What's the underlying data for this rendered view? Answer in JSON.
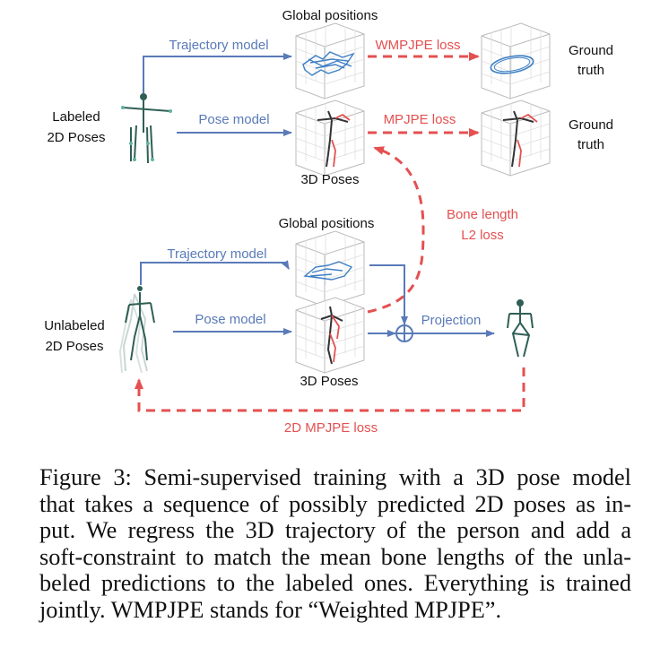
{
  "colors": {
    "blue": "#5a7ab8",
    "red": "#e45050",
    "skeleton": "#2f5f55",
    "traj": "#3d7fc4"
  },
  "labels": {
    "labeled_line1": "Labeled",
    "labeled_line2": "2D Poses",
    "unlabeled_line1": "Unlabeled",
    "unlabeled_line2": "2D Poses",
    "global_positions_top": "Global positions",
    "global_positions_bottom": "Global positions",
    "traj_model_top": "Trajectory model",
    "traj_model_bottom": "Trajectory model",
    "pose_model_top": "Pose model",
    "pose_model_bottom": "Pose model",
    "wmpjpe_loss": "WMPJPE loss",
    "mpjpe_loss": "MPJPE loss",
    "ground_truth_1a": "Ground",
    "ground_truth_1b": "truth",
    "ground_truth_2a": "Ground",
    "ground_truth_2b": "truth",
    "poses_3d_top": "3D Poses",
    "poses_3d_bottom": "3D Poses",
    "bone_length_1": "Bone length",
    "bone_length_2": "L2 loss",
    "projection": "Projection",
    "mpjpe_2d_loss": "2D MPJPE loss"
  },
  "caption": {
    "lines": [
      "Figure 3: Semi-supervised training with a 3D pose model",
      "that takes a sequence of possibly predicted 2D poses as in-",
      "put.  We regress the 3D trajectory of the person and add a",
      "soft-constraint to match the mean bone lengths of the unla-",
      "beled predictions to the labeled ones. Everything is trained",
      "jointly. WMPJPE stands for “Weighted MPJPE”."
    ]
  }
}
